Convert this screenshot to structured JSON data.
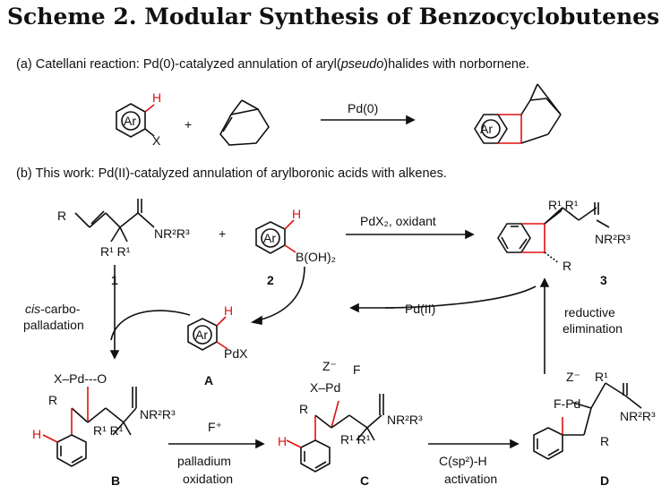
{
  "scheme_title": "Scheme 2. Modular Synthesis of Benzocyclobutenes",
  "part_a": {
    "caption_prefix": "(a) Catellani reaction: Pd(0)-catalyzed annulation of aryl(",
    "caption_italic": "pseudo",
    "caption_suffix": ")halides with norbornene.",
    "ar": "Ar",
    "h": "H",
    "x": "X",
    "plus": "+",
    "arrow_label": "Pd(0)"
  },
  "part_b": {
    "caption": "(b) This work: Pd(II)-catalyzed annulation of arylboronic acids with alkenes.",
    "compound1_label": "1",
    "compound2_label": "2",
    "compound3_label": "3",
    "reagents": "PdX2, oxidant",
    "boron": "B(OH)2",
    "A_label": "A",
    "B_label": "B",
    "C_label": "C",
    "D_label": "D",
    "pdii": "Pd(II)",
    "step_cis": "cis-carbo-",
    "step_cis2": "palladation",
    "step_red1": "reductive",
    "step_red2": "elimination",
    "f_plus": "F+",
    "step_ox1": "palladium",
    "step_ox2": "oxidation",
    "step_ch1": "C(sp2)-H",
    "step_ch2": "activation"
  }
}
